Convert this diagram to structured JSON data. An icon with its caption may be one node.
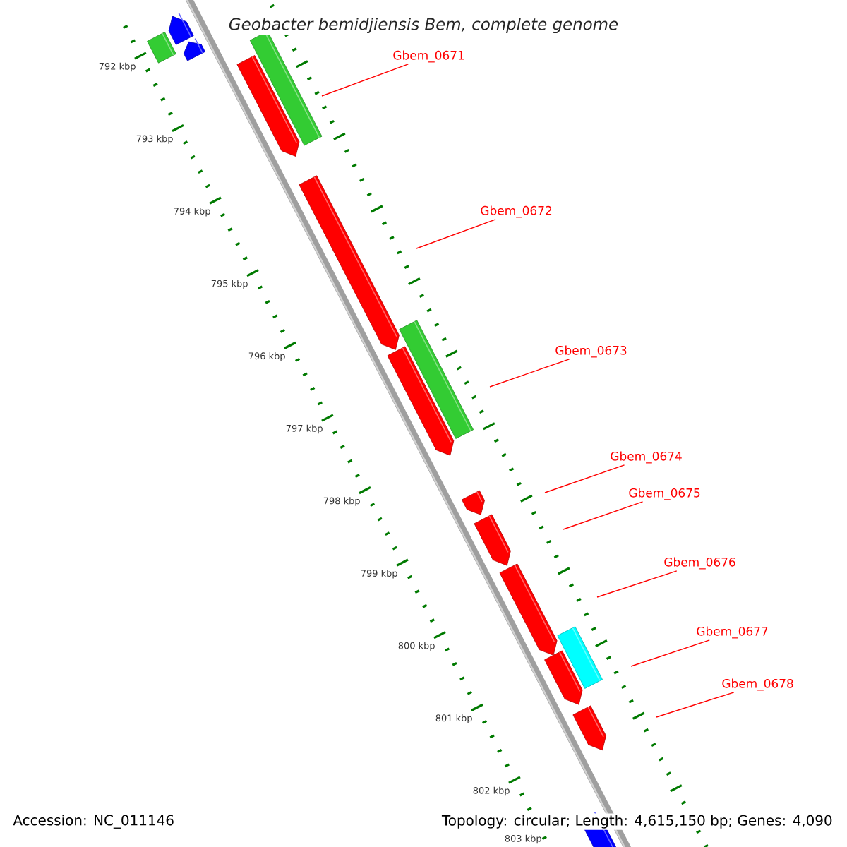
{
  "diagram": {
    "title": "Geobacter bemidjiensis Bem, complete genome",
    "nodes": [
      {
        "text": [
          "Gbem_0671"
        ]
      },
      {
        "text": [
          "Gbem_0672"
        ]
      },
      {
        "text": [
          "Gbem_0673"
        ]
      },
      {
        "text": [
          "Gbem_0674"
        ]
      },
      {
        "text": [
          "Gbem_0675"
        ]
      },
      {
        "text": [
          "Gbem_0676"
        ]
      },
      {
        "text": [
          "Gbem_0677"
        ]
      },
      {
        "text": [
          "Gbem_0678"
        ]
      }
    ],
    "edges": [
      {
        "from": 0,
        "to": null,
        "arrow": "none"
      },
      {
        "from": 1,
        "to": null,
        "arrow": "none"
      },
      {
        "from": 2,
        "to": null,
        "arrow": "none"
      },
      {
        "from": 3,
        "to": null,
        "arrow": "none"
      },
      {
        "from": 4,
        "to": null,
        "arrow": "none"
      },
      {
        "from": 5,
        "to": null,
        "arrow": "none"
      },
      {
        "from": 6,
        "to": null,
        "arrow": "none"
      },
      {
        "from": 7,
        "to": null,
        "arrow": "none"
      }
    ],
    "labels": [
      "792 kbp",
      "793 kbp",
      "794 kbp",
      "795 kbp",
      "796 kbp",
      "797 kbp",
      "798 kbp",
      "799 kbp",
      "800 kbp",
      "801 kbp",
      "802 kbp",
      "803 kbp",
      "Accession: NC_011146",
      "Topology: circular; Length: 4,615,150 bp; Genes: 4,090"
    ]
  }
}
